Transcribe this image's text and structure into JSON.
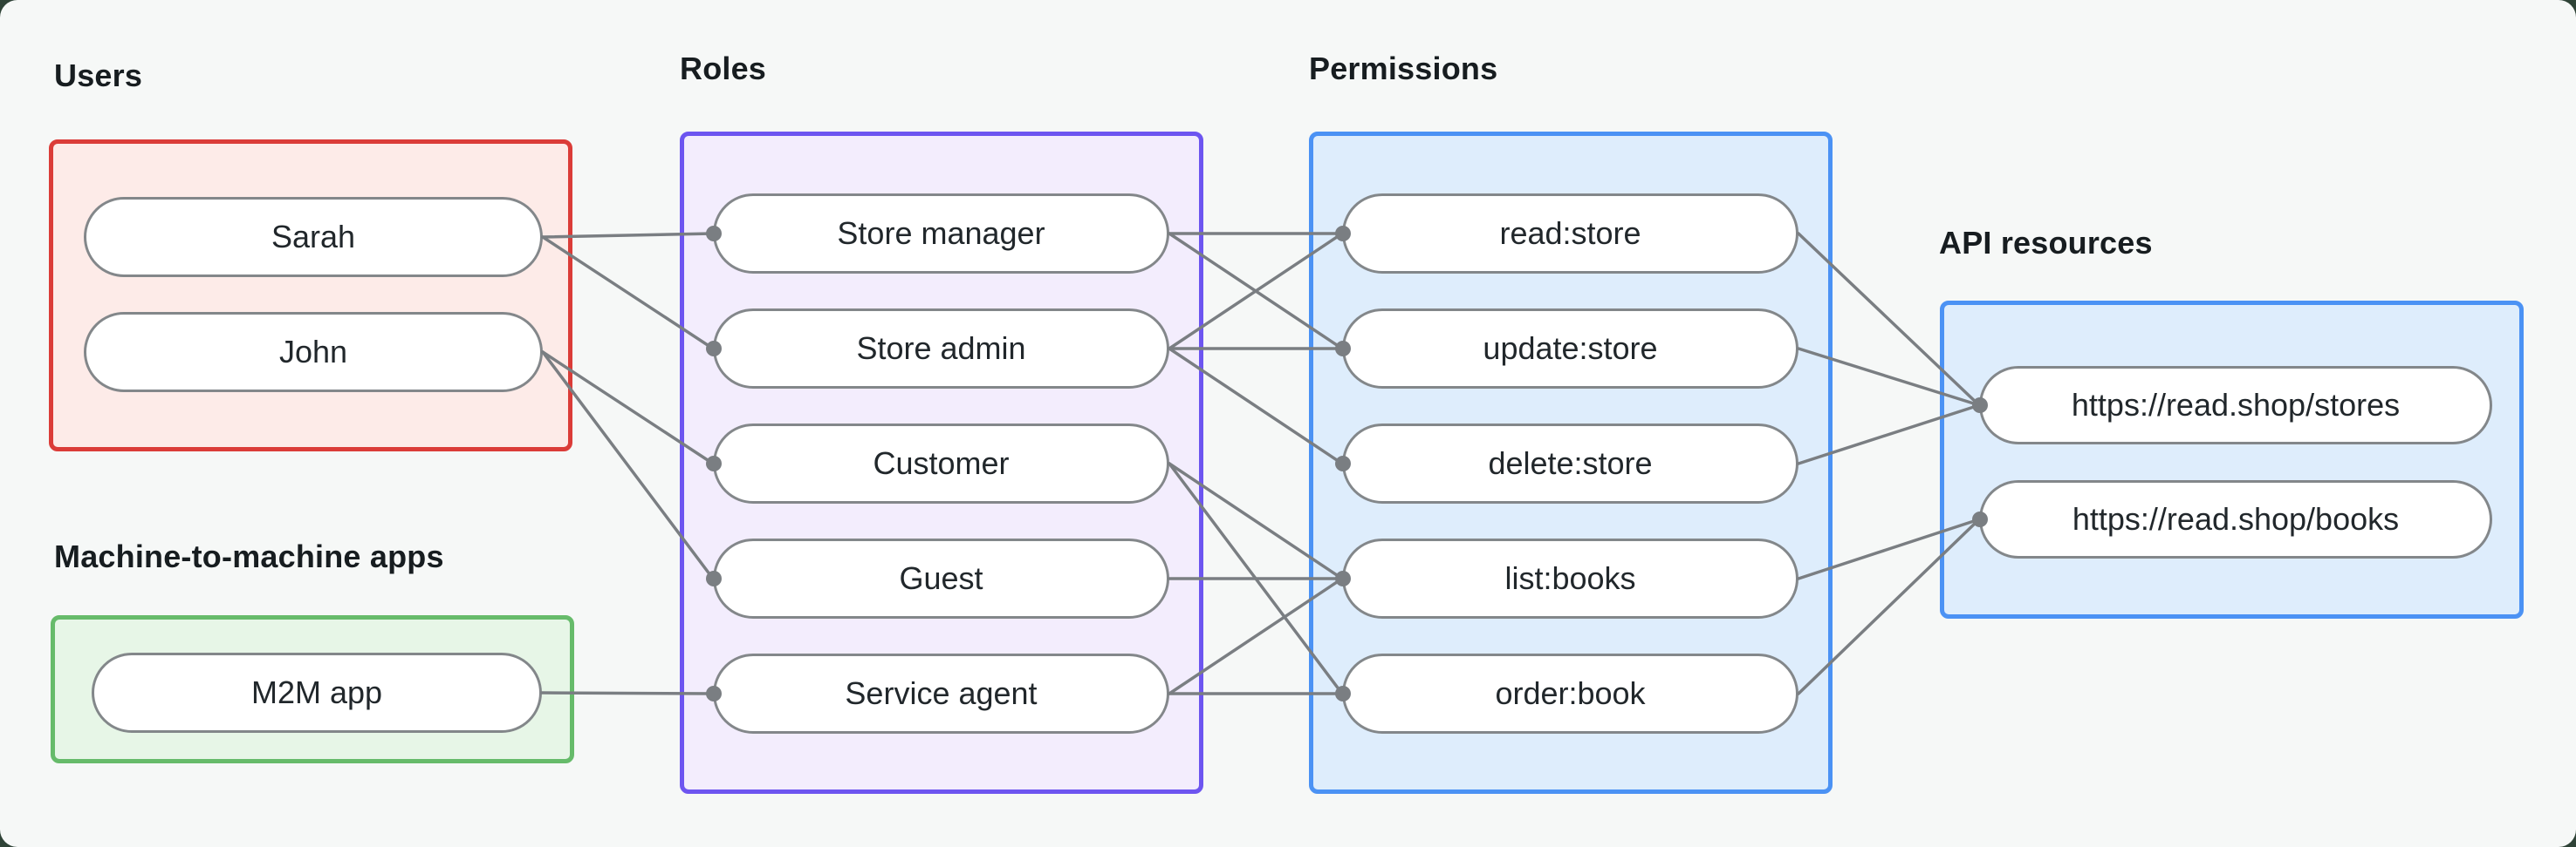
{
  "colors": {
    "background": "#f6f8f7",
    "backdrop": "#2f4337",
    "connector": "#7a7e82",
    "node_border": "#83878a",
    "node_fill": "#ffffff",
    "node_text": "#21272b",
    "label_text": "#171d20",
    "users_accent": "#db3c38",
    "users_fill": "#fdebe8",
    "m2m_accent": "#66bb6a",
    "m2m_fill": "#e7f6e7",
    "roles_accent": "#6d55f0",
    "roles_fill": "#f3edfd",
    "permissions_accent": "#4b92f4",
    "permissions_fill": "#deedfc",
    "api_accent": "#4b92f4",
    "api_fill": "#deedfc"
  },
  "groups": [
    {
      "id": "users",
      "label": "Users",
      "accent": "#db3c38",
      "fill": "#fdebe8",
      "nodes": [
        {
          "id": "sarah",
          "label": "Sarah"
        },
        {
          "id": "john",
          "label": "John"
        }
      ]
    },
    {
      "id": "m2m",
      "label": "Machine-to-machine apps",
      "accent": "#66bb6a",
      "fill": "#e7f6e7",
      "nodes": [
        {
          "id": "m2m-app",
          "label": "M2M app"
        }
      ]
    },
    {
      "id": "roles",
      "label": "Roles",
      "accent": "#6d55f0",
      "fill": "#f3edfd",
      "nodes": [
        {
          "id": "store-manager",
          "label": "Store manager"
        },
        {
          "id": "store-admin",
          "label": "Store admin"
        },
        {
          "id": "customer",
          "label": "Customer"
        },
        {
          "id": "guest",
          "label": "Guest"
        },
        {
          "id": "service-agent",
          "label": "Service agent"
        }
      ]
    },
    {
      "id": "permissions",
      "label": "Permissions",
      "accent": "#4b92f4",
      "fill": "#deedfc",
      "nodes": [
        {
          "id": "read-store",
          "label": "read:store"
        },
        {
          "id": "update-store",
          "label": "update:store"
        },
        {
          "id": "delete-store",
          "label": "delete:store"
        },
        {
          "id": "list-books",
          "label": "list:books"
        },
        {
          "id": "order-book",
          "label": "order:book"
        }
      ]
    },
    {
      "id": "api",
      "label": "API resources",
      "accent": "#4b92f4",
      "fill": "#deedfc",
      "nodes": [
        {
          "id": "stores",
          "label": "https://read.shop/stores"
        },
        {
          "id": "books",
          "label": "https://read.shop/books"
        }
      ]
    }
  ],
  "edges": [
    {
      "from": "sarah",
      "to": "store-manager"
    },
    {
      "from": "sarah",
      "to": "store-admin"
    },
    {
      "from": "john",
      "to": "customer"
    },
    {
      "from": "john",
      "to": "guest"
    },
    {
      "from": "m2m-app",
      "to": "service-agent"
    },
    {
      "from": "store-manager",
      "to": "read-store"
    },
    {
      "from": "store-manager",
      "to": "update-store"
    },
    {
      "from": "store-admin",
      "to": "read-store"
    },
    {
      "from": "store-admin",
      "to": "update-store"
    },
    {
      "from": "store-admin",
      "to": "delete-store"
    },
    {
      "from": "customer",
      "to": "list-books"
    },
    {
      "from": "customer",
      "to": "order-book"
    },
    {
      "from": "guest",
      "to": "list-books"
    },
    {
      "from": "service-agent",
      "to": "list-books"
    },
    {
      "from": "service-agent",
      "to": "order-book"
    },
    {
      "from": "read-store",
      "to": "stores"
    },
    {
      "from": "update-store",
      "to": "stores"
    },
    {
      "from": "delete-store",
      "to": "stores"
    },
    {
      "from": "list-books",
      "to": "books"
    },
    {
      "from": "order-book",
      "to": "books"
    }
  ],
  "edge_style": {
    "line_width": 3.5,
    "dot_radius": 9
  }
}
